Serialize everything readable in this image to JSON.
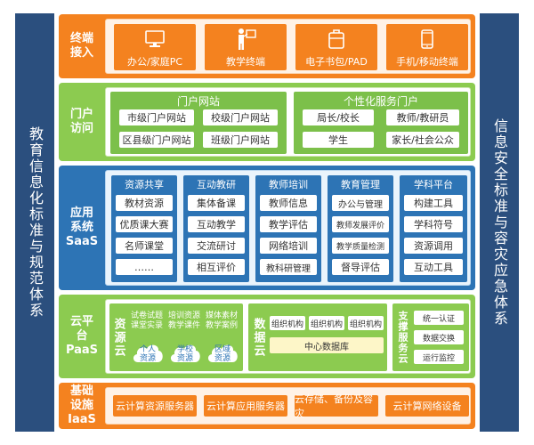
{
  "left_bar": "教育信息化标准与规范体系",
  "right_bar": "信息安全标准与容灾应急体系",
  "terminal": {
    "label_lines": [
      "终端",
      "接入"
    ],
    "items": [
      {
        "icon": "desktop-icon",
        "label": "办公/家庭PC"
      },
      {
        "icon": "teacher-icon",
        "label": "教学终端"
      },
      {
        "icon": "ebook-icon",
        "label": "电子书包/PAD"
      },
      {
        "icon": "phone-icon",
        "label": "手机/移动终端"
      }
    ]
  },
  "portal": {
    "label_lines": [
      "门户",
      "访问"
    ],
    "groups": [
      {
        "title": "门户网站",
        "items": [
          "市级门户网站",
          "校级门户网站",
          "区县级门户网站",
          "班级门户网站"
        ]
      },
      {
        "title": "个性化服务门户",
        "items": [
          "局长/校长",
          "教师/教研员",
          "学生",
          "家长/社会公众"
        ]
      }
    ]
  },
  "saas": {
    "label_lines": [
      "应用",
      "系统",
      "SaaS"
    ],
    "columns": [
      {
        "title": "资源共享",
        "items": [
          "教材资源",
          "优质课大赛",
          "名师课堂",
          "……"
        ]
      },
      {
        "title": "互动教研",
        "items": [
          "集体备课",
          "互动教学",
          "交流研讨",
          "相互评价"
        ]
      },
      {
        "title": "教师培训",
        "items": [
          "教师信息",
          "教学评估",
          "网络培训",
          "教科研管理"
        ]
      },
      {
        "title": "教育管理",
        "items": [
          "办公与管理",
          "教师发展评价",
          "教学质量检测",
          "督导评估"
        ]
      },
      {
        "title": "学科平台",
        "items": [
          "构建工具",
          "学科符号",
          "资源调用",
          "互动工具"
        ]
      }
    ]
  },
  "paas": {
    "label_lines": [
      "云平",
      "台",
      "PaaS"
    ],
    "resource_cloud": {
      "title": "资源云",
      "captions": [
        "试卷试题\n课堂实录",
        "培训资源\n教学课件",
        "媒体素材\n教学案例"
      ],
      "clouds": [
        "个人\n资源",
        "学校\n资源",
        "区域\n资源"
      ]
    },
    "data_cloud": {
      "title": "数据云",
      "orgs": [
        "组织机构",
        "组织机构",
        "组织机构"
      ],
      "center": "中心数据库"
    },
    "support_cloud": {
      "title": "支撑服务云",
      "items": [
        "统一认证",
        "数据交换",
        "运行监控"
      ]
    }
  },
  "iaas": {
    "label_lines": [
      "基础",
      "设施",
      "IaaS"
    ],
    "items": [
      "云计算资源服务器",
      "云计算应用服务器",
      "云存储、备份及容灾",
      "云计算网络设备"
    ]
  },
  "colors": {
    "orange": "#f4821f",
    "green": "#8ccb50",
    "blue": "#2d74b5",
    "navy": "#2b4f7e"
  }
}
